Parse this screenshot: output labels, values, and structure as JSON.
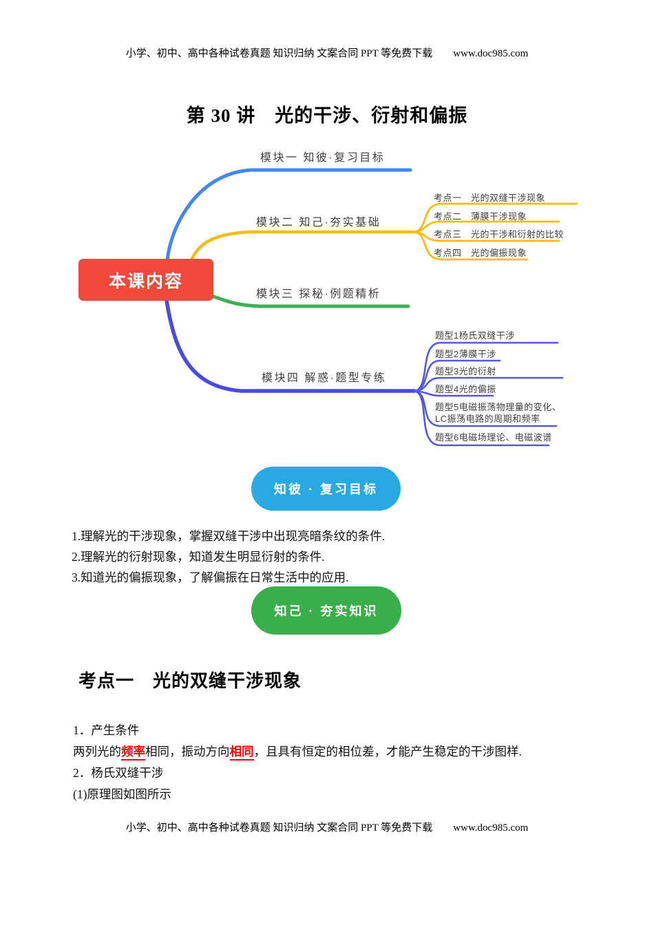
{
  "header": {
    "promo": "小学、初中、高中各种试卷真题 知识归纳 文案合同 PPT 等免费下载",
    "url": "www.doc985.com"
  },
  "title": "第 30 讲　光的干涉、衍射和偏振",
  "mindmap": {
    "root": "本课内容",
    "root_color": "#F1483C",
    "branches": [
      {
        "label": "模块一 知彼·复习目标",
        "color": "#4286F5",
        "children": []
      },
      {
        "label": "模块二 知己·夯实基础",
        "color": "#FBBB10",
        "children": [
          "考点一　光的双缝干涉现象",
          "考点二　薄膜干涉现象",
          "考点三　光的干涉和衍射的比较",
          "考点四　光的偏振现象"
        ]
      },
      {
        "label": "模块三 探秘·例题精析",
        "color": "#3FAE57",
        "children": []
      },
      {
        "label": "模块四 解惑·题型专练",
        "color": "#4B4AE0",
        "children": [
          "题型1杨氏双缝干涉",
          "题型2薄膜干涉",
          "题型3光的衍射",
          "题型4光的偏振",
          "题型5电磁振荡物理量的变化、\nLC振荡电路的周期和频率",
          "题型6电磁场理论、电磁波谱"
        ]
      }
    ]
  },
  "pill_blue": {
    "label": "知彼 · 复习目标",
    "color": "#29A9E1"
  },
  "goals": [
    "1.理解光的干涉现象，掌握双缝干涉中出现亮暗条纹的条件.",
    "2.理解光的衍射现象，知道发生明显衍射的条件.",
    "3.知道光的偏振现象，了解偏振在日常生活中的应用."
  ],
  "pill_green": {
    "label": "知己 · 夯实知识",
    "color": "#3BAE4C"
  },
  "section": {
    "heading": "考点一　光的双缝干涉现象",
    "item1_title": "1．产生条件",
    "condition_segments": [
      {
        "text": "两列光的",
        "emphasis": false
      },
      {
        "text": "频率",
        "emphasis": true
      },
      {
        "text": "相同，振动方向",
        "emphasis": false
      },
      {
        "text": "相同",
        "emphasis": true
      },
      {
        "text": "，且具有恒定的相位差，才能产生稳定的干涉图样.",
        "emphasis": false
      }
    ],
    "emphasis_color": "#FF0000",
    "item2_title": "2．杨氏双缝干涉",
    "item2_sub": "(1)原理图如图所示"
  },
  "footer": {
    "promo": "小学、初中、高中各种试卷真题 知识归纳 文案合同 PPT 等免费下载",
    "url": "www.doc985.com"
  }
}
